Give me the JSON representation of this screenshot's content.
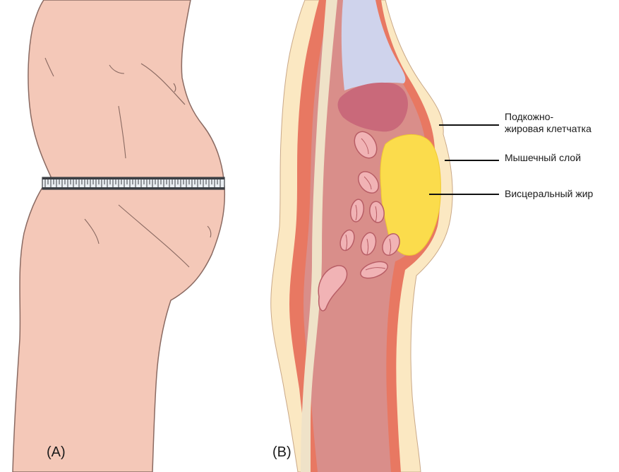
{
  "panels": {
    "a_label": "(A)",
    "b_label": "(B)"
  },
  "labels": {
    "subcutaneous_line1": "Подкожно-",
    "subcutaneous_line2": "жировая клетчатка",
    "muscle": "Мышечный слой",
    "visceral": "Висцеральный жир"
  },
  "colors": {
    "skin": "#f4c8b8",
    "skin_outline": "#8a6a62",
    "subcutaneous_fat": "#fbe8c2",
    "muscle_wall": "#e87862",
    "visceral_fat": "#fbdc4c",
    "intestine_cavity": "#d98e8a",
    "lung_space": "#cfd3ec",
    "stomach": "#c9697a",
    "spine_band": "#efe2c8",
    "label_line": "#111111"
  }
}
